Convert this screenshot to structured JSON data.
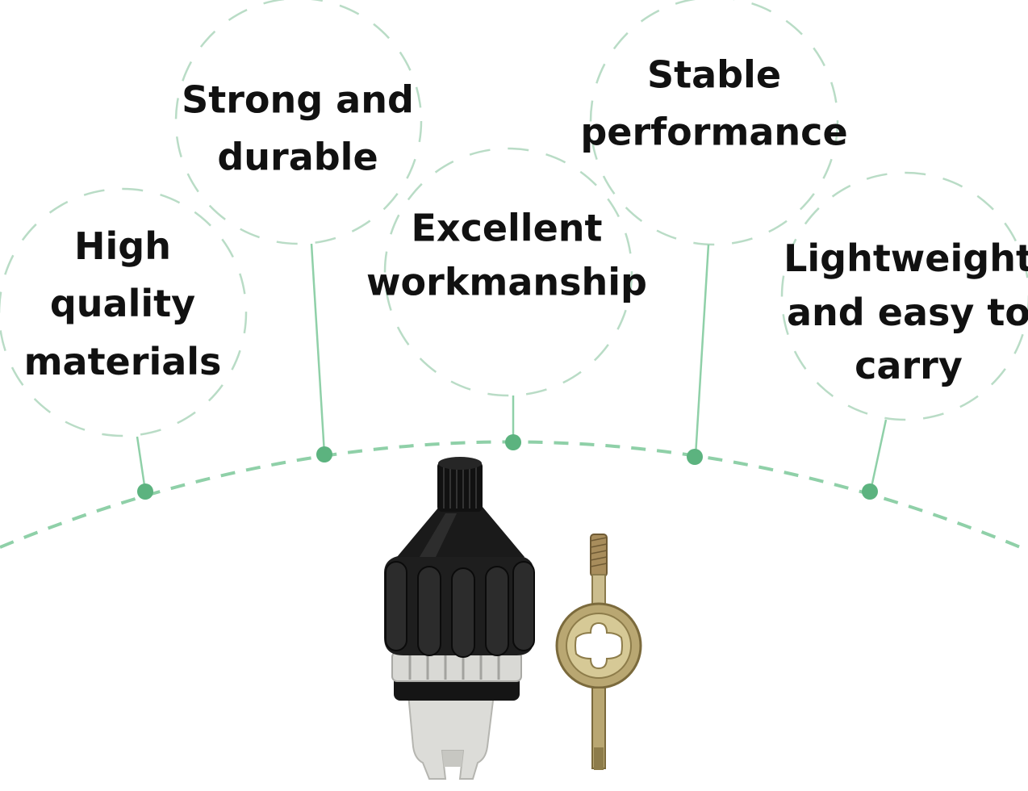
{
  "colors": {
    "accent": "#6fbf8f",
    "circle_stroke": "#b9dcc6",
    "text": "#111111",
    "background": "#ffffff"
  },
  "features": [
    {
      "name": "high-quality-materials",
      "lines": [
        "High",
        "quality",
        "materials"
      ]
    },
    {
      "name": "strong-and-durable",
      "lines": [
        "Strong and",
        "durable"
      ]
    },
    {
      "name": "excellent-workmanship",
      "lines": [
        "Excellent",
        "workmanship"
      ]
    },
    {
      "name": "stable-performance",
      "lines": [
        "Stable",
        "performance"
      ]
    },
    {
      "name": "lightweight-and-easy-to-carry",
      "lines": [
        "Lightweight",
        "and easy to",
        "carry"
      ]
    }
  ],
  "product": {
    "adapter_icon": "sup-pump-adapter-icon",
    "wrench_icon": "valve-wrench-icon"
  }
}
